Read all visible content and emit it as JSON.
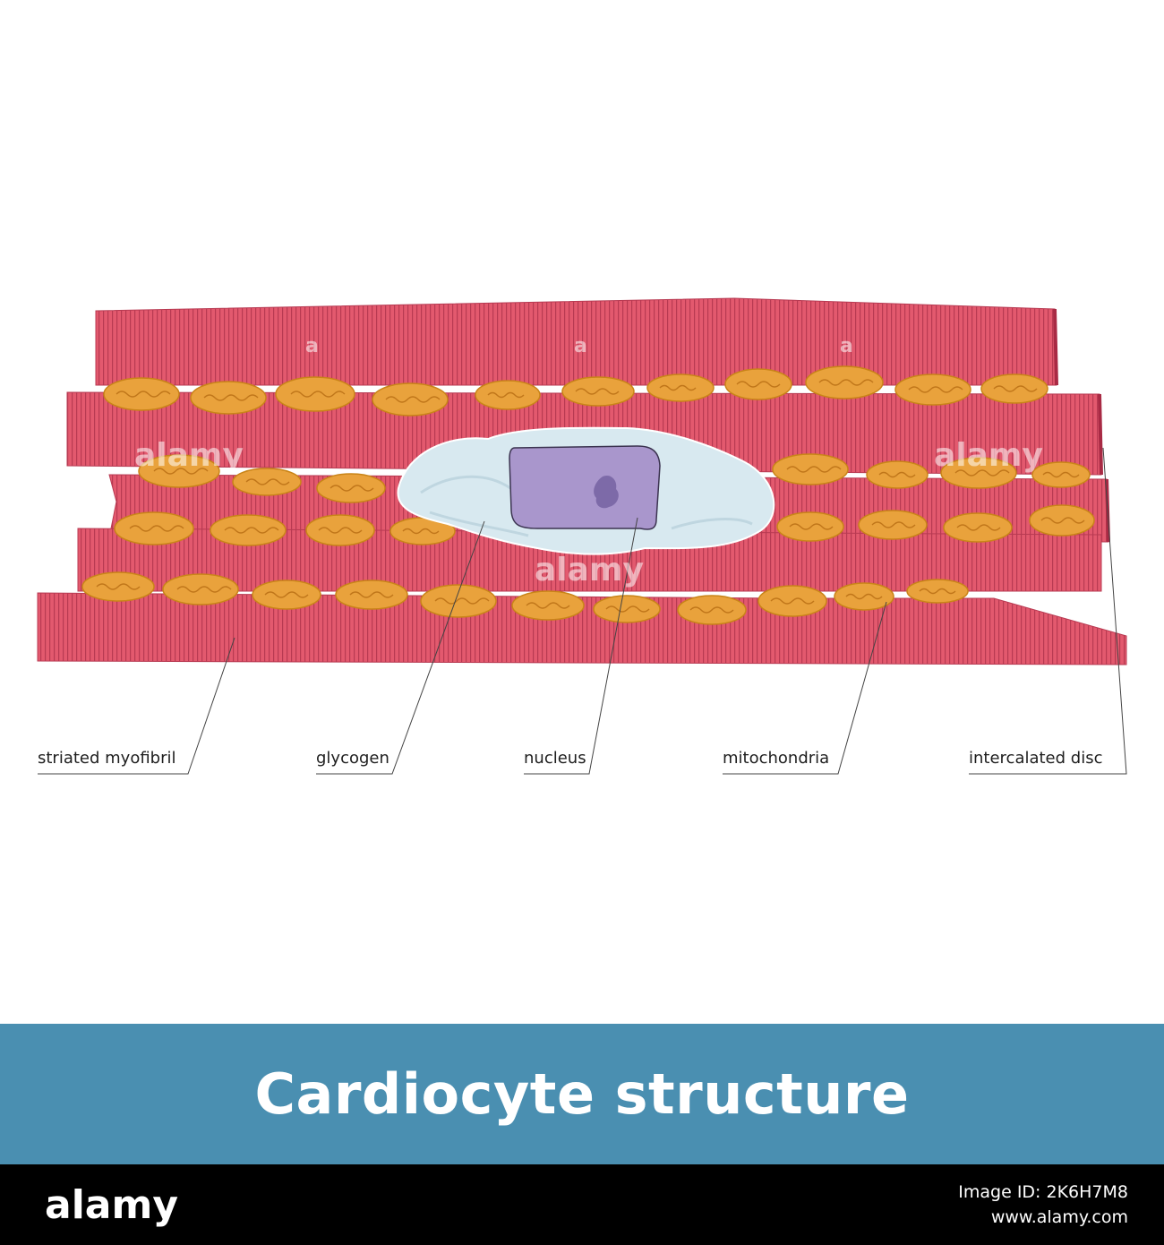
{
  "labels": [
    {
      "id": "striated-myofibril",
      "text": "striated myofibril"
    },
    {
      "id": "glycogen",
      "text": "glycogen"
    },
    {
      "id": "nucleus",
      "text": "nucleus"
    },
    {
      "id": "mitochondria",
      "text": "mitochondria"
    },
    {
      "id": "intercalated-disc",
      "text": "intercalated disc"
    }
  ],
  "title": "Cardiocyte structure",
  "footer": {
    "logo": "alamy",
    "image_id_label": "Image ID: 2K6H7M8",
    "site": "www.alamy.com"
  },
  "watermark": "alamy",
  "colors": {
    "muscle": "#e0566b",
    "striation": "#b83a52",
    "mitochondria": "#e9a23c",
    "mitochondria_outline": "#c98418",
    "glycogen": "#d7e8ef",
    "nucleus": "#a996cc",
    "title_band": "#4a8fb1",
    "footer_band": "#000000"
  }
}
